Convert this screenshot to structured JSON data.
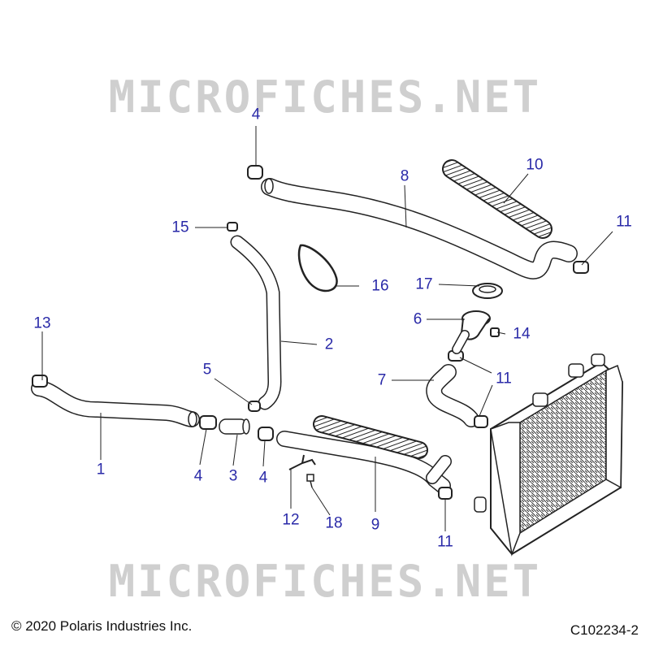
{
  "watermark_text": "MICROFICHES.NET",
  "copyright": "© 2020 Polaris Industries Inc.",
  "diagram_id": "C102234-2",
  "callouts": [
    {
      "key": "c1",
      "text": "1"
    },
    {
      "key": "c2",
      "text": "2"
    },
    {
      "key": "c3",
      "text": "3"
    },
    {
      "key": "c4a",
      "text": "4"
    },
    {
      "key": "c4b",
      "text": "4"
    },
    {
      "key": "c4c",
      "text": "4"
    },
    {
      "key": "c5",
      "text": "5"
    },
    {
      "key": "c6",
      "text": "6"
    },
    {
      "key": "c7",
      "text": "7"
    },
    {
      "key": "c8",
      "text": "8"
    },
    {
      "key": "c9",
      "text": "9"
    },
    {
      "key": "c10",
      "text": "10"
    },
    {
      "key": "c11a",
      "text": "11"
    },
    {
      "key": "c11b",
      "text": "11"
    },
    {
      "key": "c11c",
      "text": "11"
    },
    {
      "key": "c12",
      "text": "12"
    },
    {
      "key": "c13",
      "text": "13"
    },
    {
      "key": "c14",
      "text": "14"
    },
    {
      "key": "c15",
      "text": "15"
    },
    {
      "key": "c16",
      "text": "16"
    },
    {
      "key": "c17",
      "text": "17"
    },
    {
      "key": "c18",
      "text": "18"
    }
  ],
  "colors": {
    "callout": "#2a2aa8",
    "outline": "#222222",
    "watermark": "#cfcfcf"
  }
}
